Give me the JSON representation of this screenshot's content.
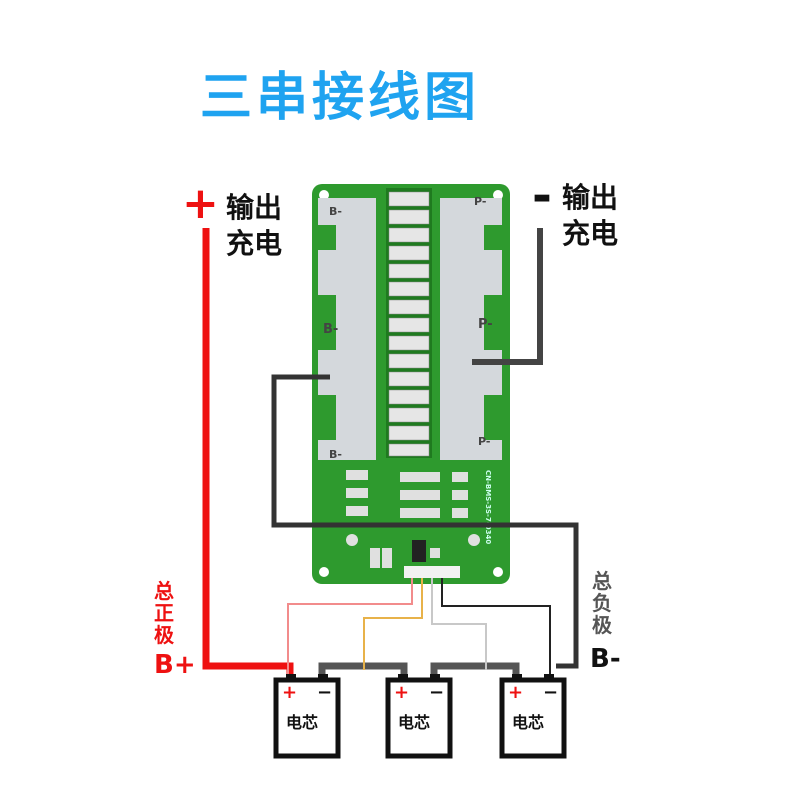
{
  "title": "三串接线图",
  "plus_output": {
    "sign": "+",
    "line1": "输出",
    "line2": "充电"
  },
  "minus_output": {
    "sign": "-",
    "line1": "输出",
    "line2": "充电"
  },
  "total_positive": {
    "label": "总正极",
    "terminal": "B+"
  },
  "total_negative": {
    "label": "总负极",
    "terminal": "B-"
  },
  "board": {
    "pad_label_b": "B-",
    "pad_label_p": "P-",
    "pcb_code": "CN-BMS-3S-7-0340"
  },
  "cells": [
    {
      "label": "电芯",
      "plus": "+",
      "minus": "−"
    },
    {
      "label": "电芯",
      "plus": "+",
      "minus": "−"
    },
    {
      "label": "电芯",
      "plus": "+",
      "minus": "−"
    }
  ],
  "colors": {
    "title": "#1fa3f0",
    "positive_wire": "#ee1111",
    "negative_wire": "#333333",
    "pcb": "#2e9a2e",
    "pad": "#d4d8dc"
  }
}
